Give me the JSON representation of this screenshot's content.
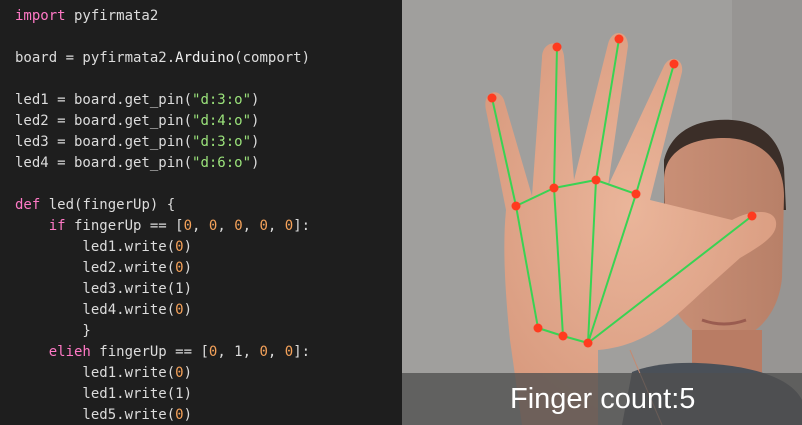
{
  "code_panel": {
    "lines": [
      [
        [
          "kw",
          "import"
        ],
        [
          "pl",
          " pyfirmata2"
        ]
      ],
      [],
      [
        [
          "pl",
          "board = pyfirmata2."
        ],
        [
          "fn",
          "Arduino"
        ],
        [
          "pl",
          "(comport)"
        ]
      ],
      [],
      [
        [
          "pl",
          "led1 = board.get_pin("
        ],
        [
          "str",
          "\"d:3:o\""
        ],
        [
          "pl",
          ")"
        ]
      ],
      [
        [
          "pl",
          "led2 = board.get_pin("
        ],
        [
          "str",
          "\"d:4:o\""
        ],
        [
          "pl",
          ")"
        ]
      ],
      [
        [
          "pl",
          "led3 = board.get_pin("
        ],
        [
          "str",
          "\"d:3:o\""
        ],
        [
          "pl",
          ")"
        ]
      ],
      [
        [
          "pl",
          "led4 = board.get_pin("
        ],
        [
          "str",
          "\"d:6:o\""
        ],
        [
          "pl",
          ")"
        ]
      ],
      [],
      [
        [
          "kw",
          "def"
        ],
        [
          "pl",
          " led(fingerUp) {"
        ]
      ],
      [
        [
          "pl",
          "    "
        ],
        [
          "kw",
          "if"
        ],
        [
          "pl",
          " fingerUp == ["
        ],
        [
          "num",
          "0"
        ],
        [
          "pl",
          ", "
        ],
        [
          "num",
          "0"
        ],
        [
          "pl",
          ", "
        ],
        [
          "num",
          "0"
        ],
        [
          "pl",
          ", "
        ],
        [
          "num",
          "0"
        ],
        [
          "pl",
          ", "
        ],
        [
          "num",
          "0"
        ],
        [
          "pl",
          "]:"
        ]
      ],
      [
        [
          "pl",
          "        led1.write("
        ],
        [
          "num",
          "0"
        ],
        [
          "pl",
          ")"
        ]
      ],
      [
        [
          "pl",
          "        led2.write("
        ],
        [
          "num",
          "0"
        ],
        [
          "pl",
          ")"
        ]
      ],
      [
        [
          "pl",
          "        led3.write(1)"
        ]
      ],
      [
        [
          "pl",
          "        led4.write("
        ],
        [
          "num",
          "0"
        ],
        [
          "pl",
          ")"
        ]
      ],
      [
        [
          "pl",
          "        }"
        ]
      ],
      [
        [
          "pl",
          "    "
        ],
        [
          "kw",
          "elieh"
        ],
        [
          "pl",
          " fingerUp == ["
        ],
        [
          "num",
          "0"
        ],
        [
          "pl",
          ", 1, "
        ],
        [
          "num",
          "0"
        ],
        [
          "pl",
          ", "
        ],
        [
          "num",
          "0"
        ],
        [
          "pl",
          "]:"
        ]
      ],
      [
        [
          "pl",
          "        led1.write("
        ],
        [
          "num",
          "0"
        ],
        [
          "pl",
          ")"
        ]
      ],
      [
        [
          "pl",
          "        led1.write(1)"
        ]
      ],
      [
        [
          "pl",
          "        led5.write("
        ],
        [
          "num",
          "0"
        ],
        [
          "pl",
          ")"
        ]
      ]
    ]
  },
  "camera_view": {
    "caption": "Finger count:5",
    "landmark_color": "#ff3b1f",
    "skeleton_color": "#39d353"
  }
}
